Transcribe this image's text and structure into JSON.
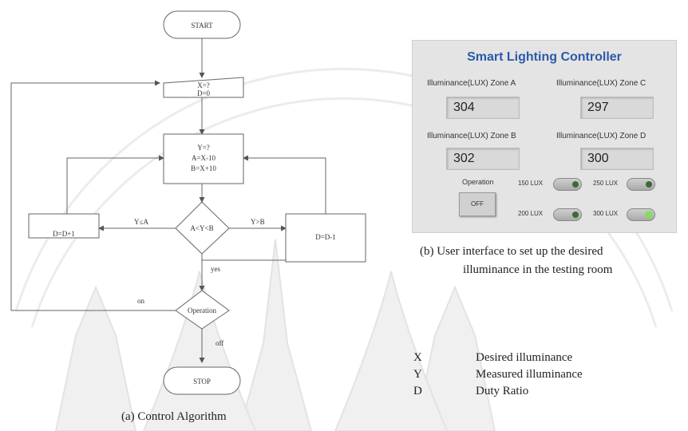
{
  "flowchart": {
    "start": "START",
    "input_block": [
      "X=?",
      "D=0"
    ],
    "compute_block": [
      "Y=?",
      "A=X-10",
      "B=X+10"
    ],
    "decision": "A<Y<B",
    "left_block": "D=D+1",
    "right_block": "D=D-1",
    "operation": "Operation",
    "stop": "STOP",
    "edge_y_lt_a": "Y≤A",
    "edge_y_gt_b": "Y>B",
    "edge_yes": "yes",
    "edge_on": "on",
    "edge_off": "off"
  },
  "panel": {
    "title": "Smart Lighting Controller",
    "zone_a": {
      "label": "Illuminance(LUX) Zone A",
      "value": "304"
    },
    "zone_c": {
      "label": "Illuminance(LUX) Zone C",
      "value": "297"
    },
    "zone_b": {
      "label": "Illuminance(LUX) Zone B",
      "value": "302"
    },
    "zone_d": {
      "label": "Illuminance(LUX) Zone D",
      "value": "300"
    },
    "operation_label": "Operation",
    "operation_button": "OFF",
    "lux_150": "150 LUX",
    "lux_250": "250 LUX",
    "lux_200": "200 LUX",
    "lux_300": "300 LUX"
  },
  "captions": {
    "a": "(a)  Control Algorithm",
    "b_line1": "(b)  User interface to set up the desired",
    "b_line2": "illuminance  in the testing room"
  },
  "legend": [
    {
      "symbol": "X",
      "text": "Desired illuminance"
    },
    {
      "symbol": "Y",
      "text": "Measured illuminance"
    },
    {
      "symbol": "D",
      "text": "Duty Ratio"
    }
  ],
  "colors": {
    "title_blue": "#2a5aa8",
    "panel_bg": "#e4e4e4",
    "toggle_active": "#7fe05a"
  }
}
